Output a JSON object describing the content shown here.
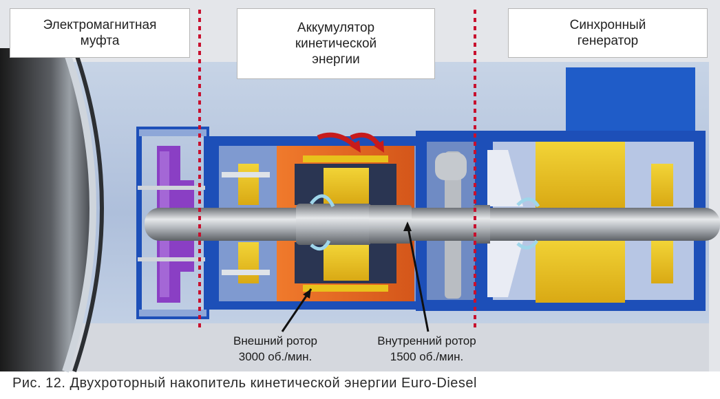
{
  "labels": {
    "clutch": "Электромагнитная\nмуфта",
    "accumulator": "Аккумулятор\nкинетической\nэнергии",
    "generator": "Синхронный\nгенератор"
  },
  "annotations": {
    "outer_rotor": "Внешний ротор\n3000 об./мин.",
    "inner_rotor": "Внутренний ротор\n1500 об./мин."
  },
  "caption": "Рис. 12. Двухроторный накопитель кинетической энергии Euro-Diesel",
  "colors": {
    "background_panel": "#c9d6e8",
    "housing_blue": "#1d4fb8",
    "rotor_orange": "#e8621d",
    "winding_yellow": "#e8c21c",
    "clutch_purple": "#8a3fc4",
    "divider_red": "#c8102e",
    "shaft_grey": "#a9adb3"
  }
}
